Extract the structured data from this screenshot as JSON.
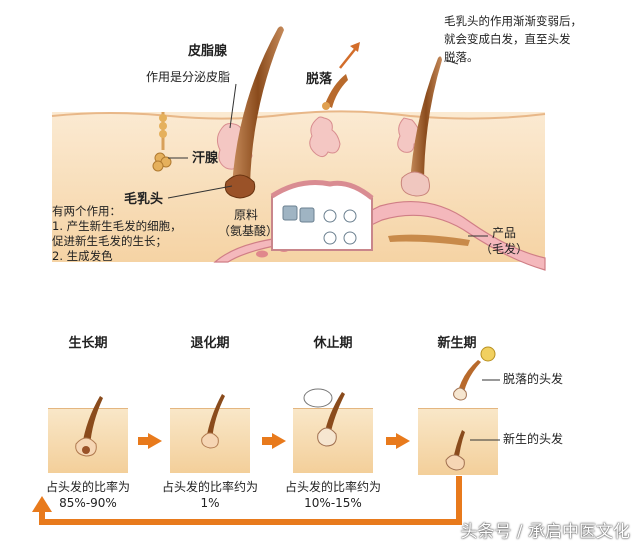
{
  "top_diagram": {
    "sebaceous_gland_title": "皮脂腺",
    "sebaceous_gland_function": "作用是分泌皮脂",
    "shedding_label": "脱落",
    "aging_note": [
      "毛乳头的作用渐渐变弱后，",
      "就会变成白发，直至头发",
      "脱落。"
    ],
    "sweat_gland_label": "汗腺",
    "dermal_papilla_label": "毛乳头",
    "roles_title": "有两个作用：",
    "roles": [
      "1. 产生新生毛发的细胞，",
      "   促进新生毛发的生长；",
      "2. 生成发色"
    ],
    "raw_material_label": "原料",
    "raw_material_paren": "（氨基酸）",
    "product_label": "产品",
    "product_paren": "（毛发）"
  },
  "stages": [
    {
      "name": "生长期",
      "ratio_caption": "占头发的比率为",
      "ratio_value": "85%-90%"
    },
    {
      "name": "退化期",
      "ratio_caption": "占头发的比率约为",
      "ratio_value": "1%"
    },
    {
      "name": "休止期",
      "ratio_caption": "占头发的比率约为",
      "ratio_value": "10%-15%"
    },
    {
      "name": "新生期"
    }
  ],
  "new_stage_labels": {
    "shed_hair": "脱落的头发",
    "new_hair": "新生的头发"
  },
  "watermark": "头条号 / 承启中医文化",
  "colors": {
    "skin_light": "#fbe9cf",
    "skin_dark": "#f4cf9c",
    "hair": "#8a4b1c",
    "pink": "#e8a3a8",
    "arrow": "#e87a1c"
  }
}
